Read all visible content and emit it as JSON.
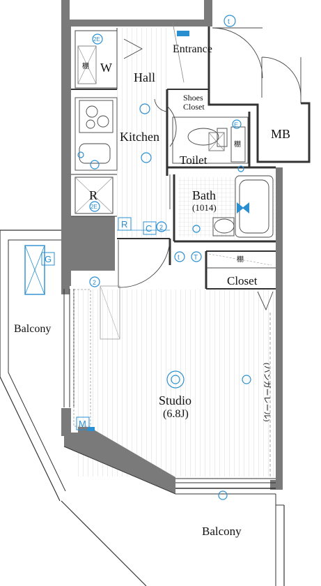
{
  "rooms": {
    "entrance": "Entrance",
    "hall": "Hall",
    "w": "W",
    "shoes_closet_1": "Shoes",
    "shoes_closet_2": "Closet",
    "kitchen": "Kitchen",
    "toilet": "Toilet",
    "mb": "MB",
    "bath": "Bath",
    "bath_size": "(1014)",
    "r": "R",
    "closet": "Closet",
    "studio": "Studio",
    "studio_size": "(6.8J)",
    "balcony_left": "Balcony",
    "balcony_bottom": "Balcony",
    "hanger_rail": "(ハンガーレール)"
  },
  "marks": {
    "shelf_w": "棚",
    "shelf_toilet": "棚",
    "shelf_closet": "棚",
    "t_top": "t",
    "t_mid": "t",
    "T_mid": "T",
    "e_toilet": "E",
    "two_e_w": "2E",
    "two_e_r": "2E",
    "two_c": "2",
    "two_studio": "2",
    "r_mark": "R",
    "c_mark": "C",
    "g_mark": "G",
    "m_mark": "M"
  },
  "colors": {
    "wall": "#7a7a7a",
    "fixture_blue": "#2a8fd0",
    "line": "#333333"
  }
}
